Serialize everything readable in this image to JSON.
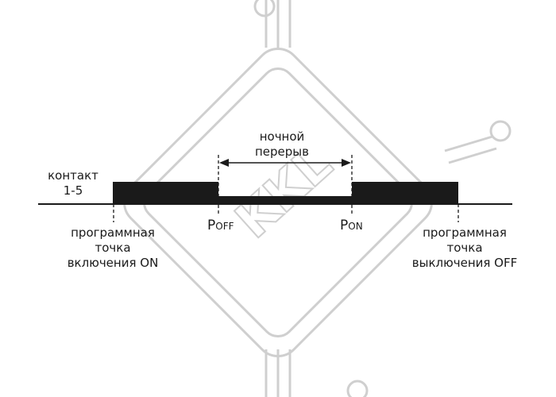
{
  "colors": {
    "ink": "#1a1a1a",
    "watermark": "#c8c8c8"
  },
  "labels": {
    "contact_line1": "контакт",
    "contact_line2": "1-5",
    "night_break_line1": "ночной",
    "night_break_line2": "перерыв",
    "p_off_main": "P",
    "p_off_sub": "OFF",
    "p_on_main": "P",
    "p_on_sub": "ON",
    "on_point_line1": "программная",
    "on_point_line2": "точка",
    "on_point_line3": "включения ON",
    "off_point_line1": "программная",
    "off_point_line2": "точка",
    "off_point_line3": "выключения OFF"
  },
  "watermark": {
    "text": "KKL"
  }
}
